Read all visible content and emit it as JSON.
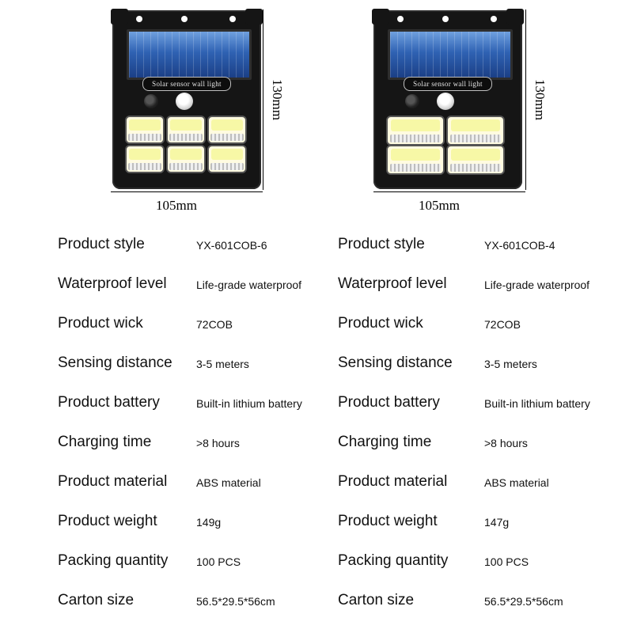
{
  "products": [
    {
      "band_text": "Solar sensor wall light",
      "width_label": "105mm",
      "height_label": "130mm",
      "cob_count": 6,
      "specs": [
        {
          "label": "Product style",
          "value": "YX-601COB-6"
        },
        {
          "label": "Waterproof level",
          "value": "Life-grade waterproof"
        },
        {
          "label": "Product wick",
          "value": "72COB"
        },
        {
          "label": "Sensing distance",
          "value": "3-5 meters"
        },
        {
          "label": "Product battery",
          "value": "Built-in lithium battery"
        },
        {
          "label": "Charging time",
          "value": ">8 hours"
        },
        {
          "label": "Product material",
          "value": "ABS material"
        },
        {
          "label": "Product weight",
          "value": "149g"
        },
        {
          "label": "Packing quantity",
          "value": "100 PCS"
        },
        {
          "label": "Carton size",
          "value": "56.5*29.5*56cm"
        }
      ]
    },
    {
      "band_text": "Solar sensor wall light",
      "width_label": "105mm",
      "height_label": "130mm",
      "cob_count": 4,
      "specs": [
        {
          "label": "Product style",
          "value": "YX-601COB-4"
        },
        {
          "label": "Waterproof level",
          "value": "Life-grade waterproof"
        },
        {
          "label": "Product wick",
          "value": "72COB"
        },
        {
          "label": "Sensing distance",
          "value": "3-5 meters"
        },
        {
          "label": "Product battery",
          "value": "Built-in lithium battery"
        },
        {
          "label": "Charging time",
          "value": ">8 hours"
        },
        {
          "label": "Product material",
          "value": "ABS material"
        },
        {
          "label": "Product weight",
          "value": "147g"
        },
        {
          "label": "Packing quantity",
          "value": "100 PCS"
        },
        {
          "label": "Carton size",
          "value": "56.5*29.5*56cm"
        }
      ]
    }
  ],
  "colors": {
    "background": "#ffffff",
    "housing": "#151515",
    "solar_panel": "#2f62b3",
    "led_glow": "#f7f8a6",
    "text": "#111111"
  }
}
